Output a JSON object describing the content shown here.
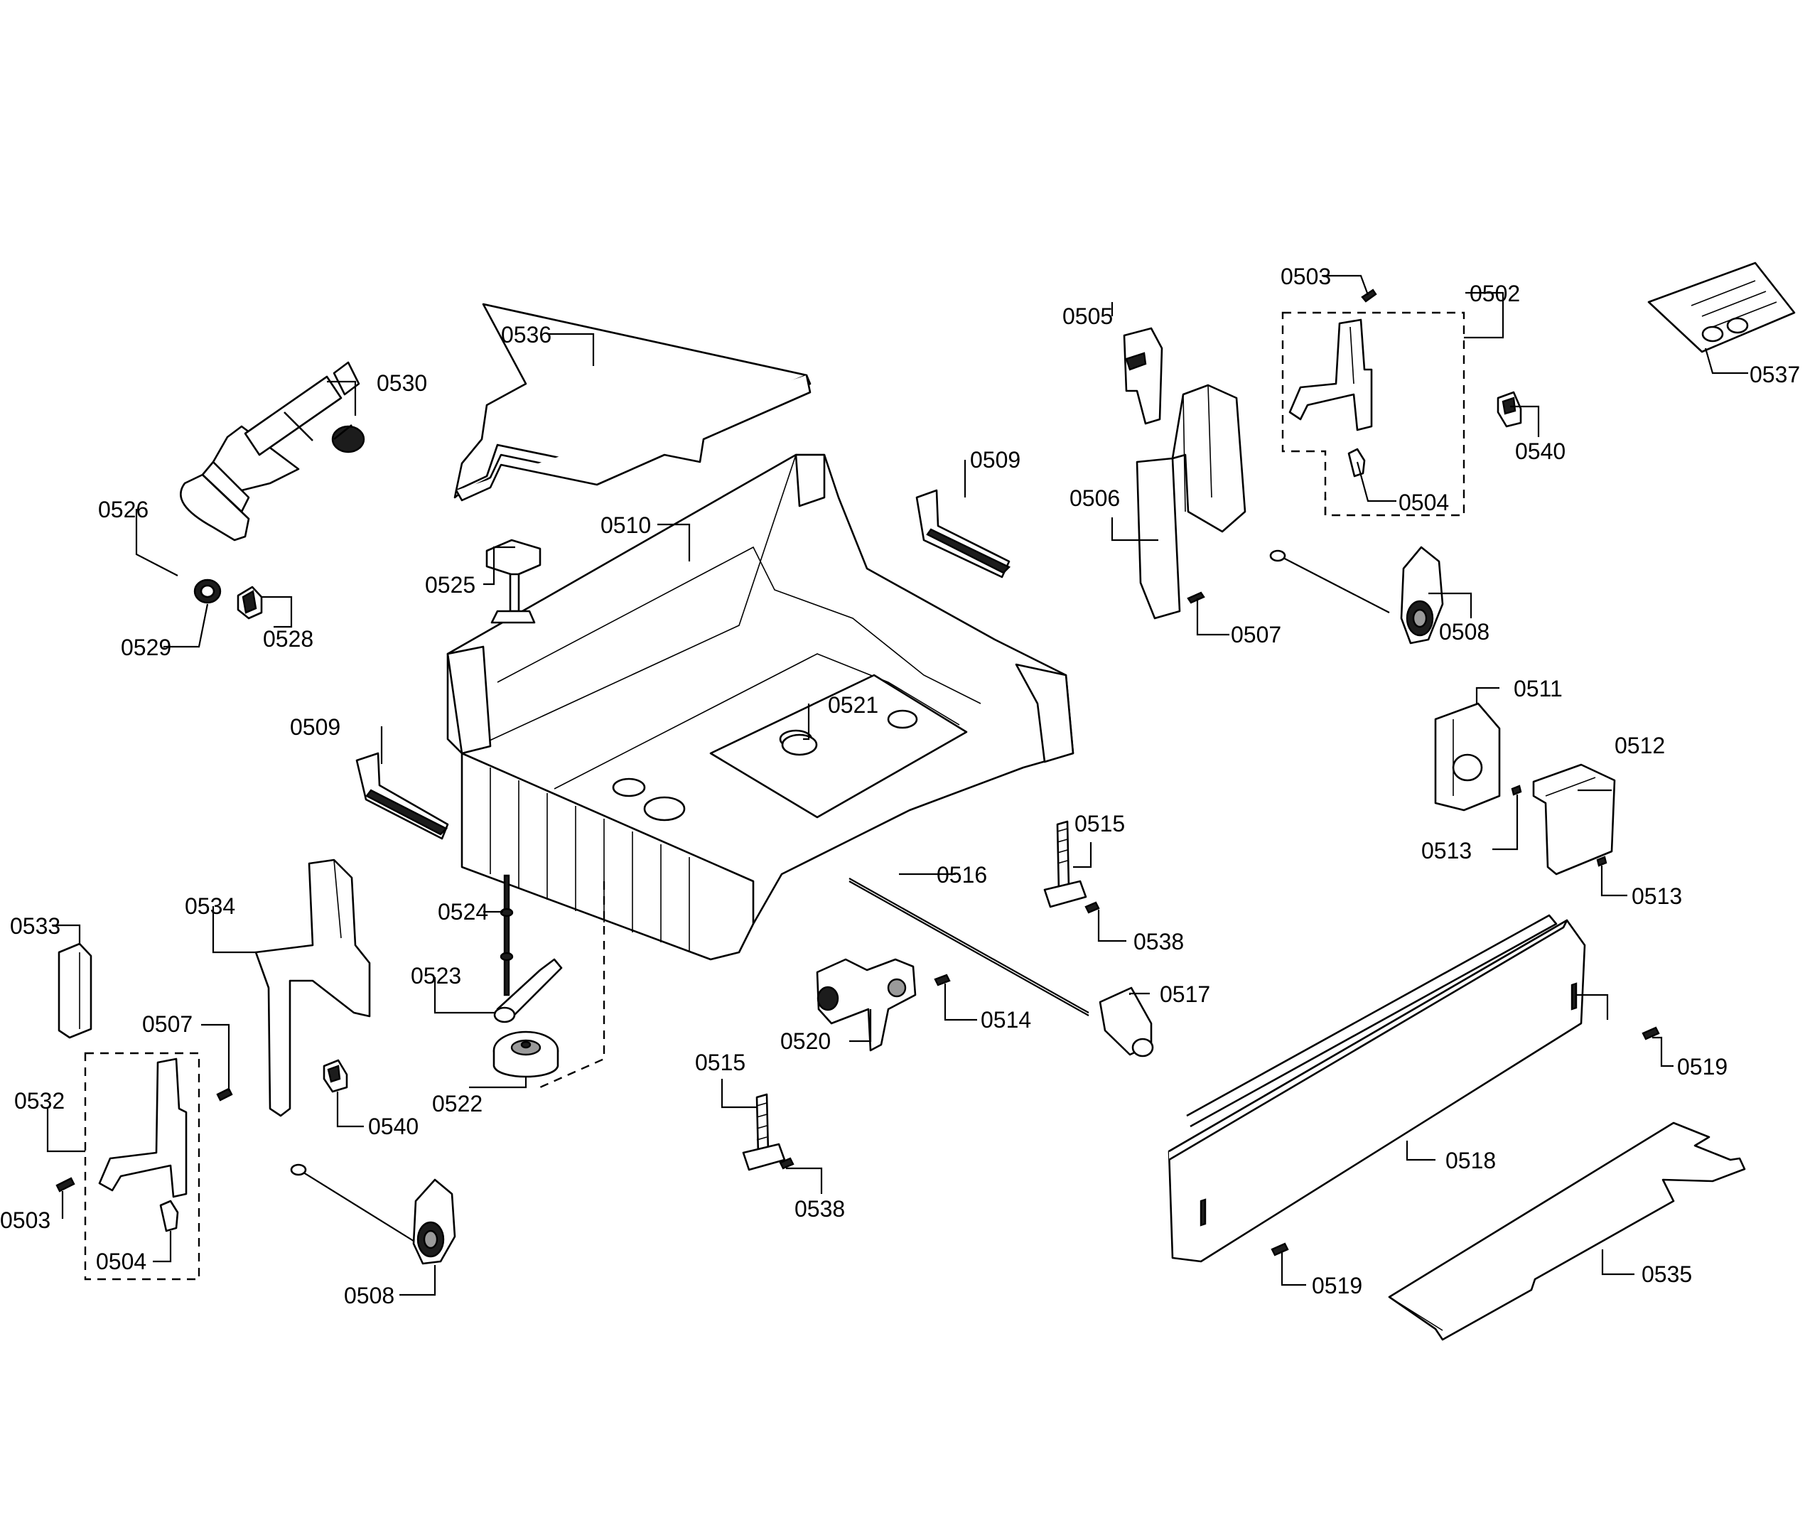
{
  "diagram": {
    "callouts": {
      "c0536": "0536",
      "c0530": "0530",
      "c0526": "0526",
      "c0529": "0529",
      "c0528": "0528",
      "c0525": "0525",
      "c0510": "0510",
      "c0509_top": "0509",
      "c0509_left": "0509",
      "c0505": "0505",
      "c0506": "0506",
      "c0507_right": "0507",
      "c0503_top": "0503",
      "c0502": "0502",
      "c0504_top": "0504",
      "c0537": "0537",
      "c0540_right": "0540",
      "c0508_right": "0508",
      "c0521": "0521",
      "c0511": "0511",
      "c0512": "0512",
      "c0513_a": "0513",
      "c0513_b": "0513",
      "c0515_mid": "0515",
      "c0538_mid": "0538",
      "c0516": "0516",
      "c0517": "0517",
      "c0514": "0514",
      "c0520": "0520",
      "c0533": "0533",
      "c0534": "0534",
      "c0524": "0524",
      "c0523": "0523",
      "c0507_left": "0507",
      "c0532": "0532",
      "c0522": "0522",
      "c0540_left": "0540",
      "c0503_left": "0503",
      "c0504_left": "0504",
      "c0508_left": "0508",
      "c0515_low": "0515",
      "c0538_low": "0538",
      "c0519_right": "0519",
      "c0518": "0518",
      "c0519_low": "0519",
      "c0535": "0535"
    }
  }
}
